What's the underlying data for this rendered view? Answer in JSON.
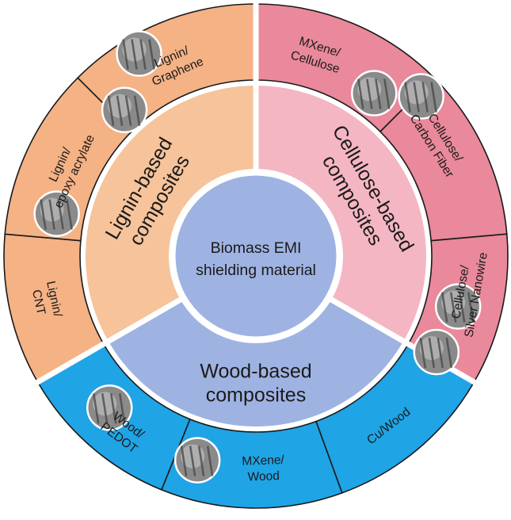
{
  "center": {
    "lines": [
      "Biomass EMI",
      "shielding material"
    ],
    "color": "#9fb3e2"
  },
  "categories": [
    {
      "id": "lignin",
      "label_lines": [
        "Lignin-based",
        "composites"
      ],
      "inner_color": "#f6c39a",
      "outer_color": "#f4b285",
      "items": [
        {
          "id": "lignin-cnt",
          "label_lines": [
            "Lignin/",
            "CNT"
          ]
        },
        {
          "id": "lignin-epoxy-acrylate",
          "label_lines": [
            "Lignin/",
            "epoxy acrylate"
          ]
        },
        {
          "id": "lignin-graphene",
          "label_lines": [
            "Lignin/",
            "Graphene"
          ]
        }
      ]
    },
    {
      "id": "cellulose",
      "label_lines": [
        "Cellulose-based",
        "composites"
      ],
      "inner_color": "#f4b6c3",
      "outer_color": "#e9899b",
      "items": [
        {
          "id": "mxene-cellulose",
          "label_lines": [
            "MXene/",
            "Cellulose"
          ]
        },
        {
          "id": "cellulose-carbon-fiber",
          "label_lines": [
            "Cellulose/",
            "Carbon Fiber"
          ]
        },
        {
          "id": "cellulose-silver-nanowire",
          "label_lines": [
            "Cellulose/",
            "Silver Nanowire"
          ]
        }
      ]
    },
    {
      "id": "wood",
      "label_lines": [
        "Wood-based",
        "composites"
      ],
      "inner_color": "#9fb3e2",
      "outer_color": "#1fa4e6",
      "items": [
        {
          "id": "cu-wood",
          "label_lines": [
            "Cu/Wood"
          ]
        },
        {
          "id": "mxene-wood",
          "label_lines": [
            "MXene/",
            "Wood"
          ]
        },
        {
          "id": "wood-pedot",
          "label_lines": [
            "Wood/",
            "PEDOT"
          ]
        }
      ]
    }
  ]
}
